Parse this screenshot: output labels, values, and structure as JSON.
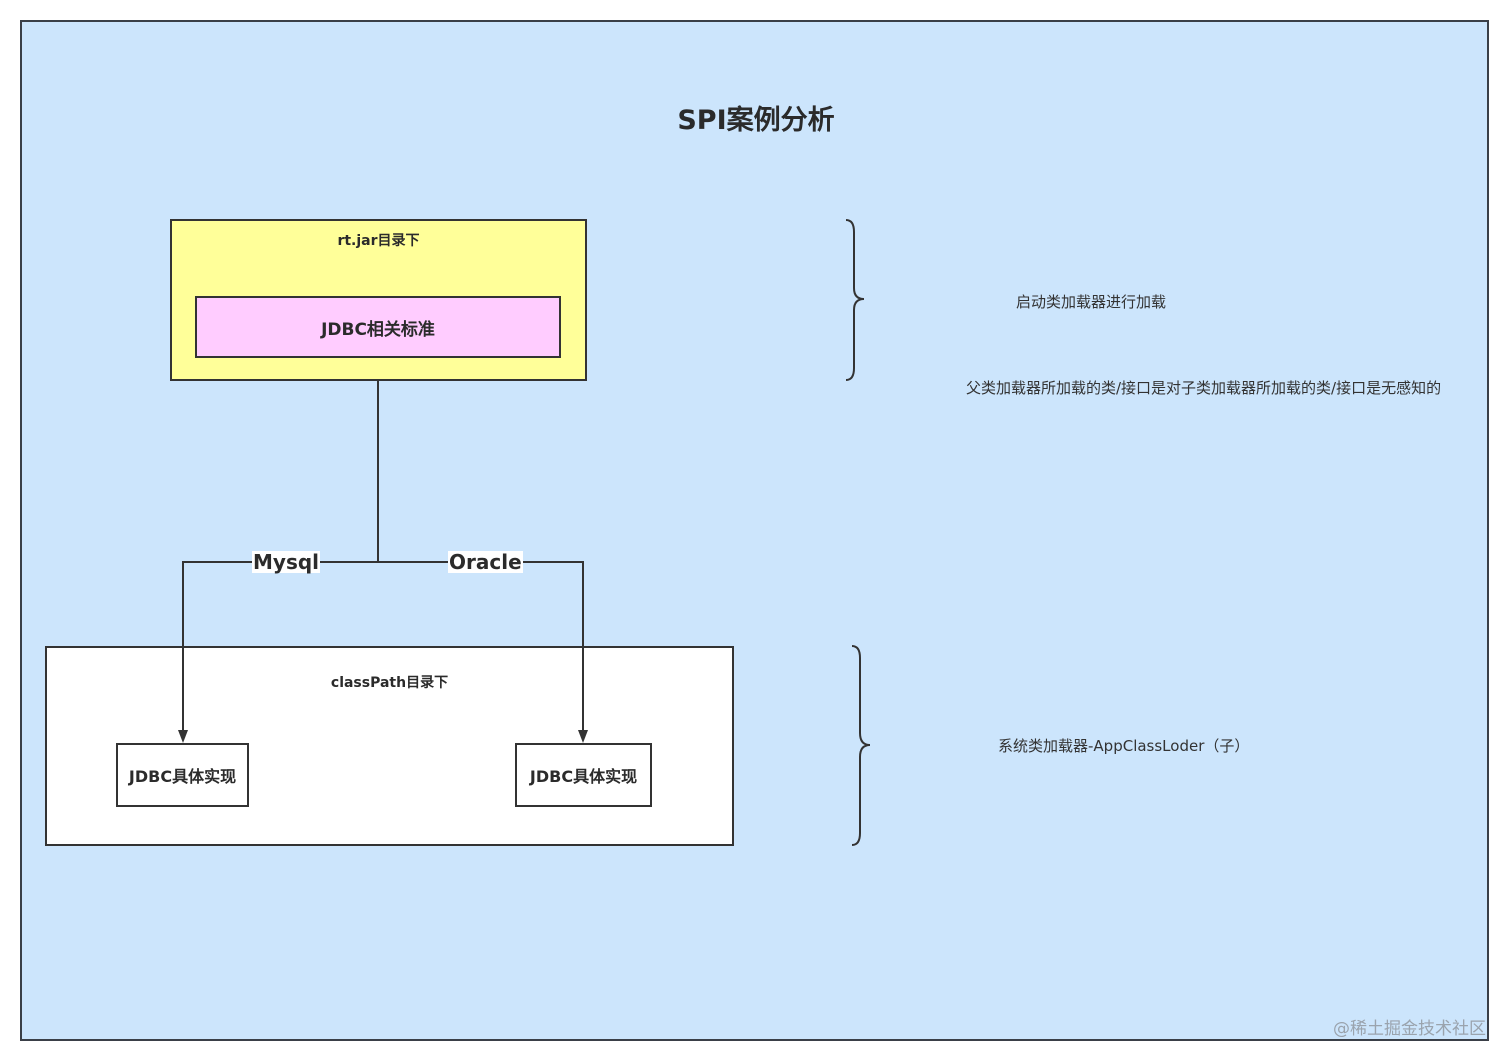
{
  "diagram": {
    "title": "SPI案例分析",
    "rt_box": {
      "title": "rt.jar目录下",
      "inner_label": "JDBC相关标准",
      "fill": "#ffff99",
      "inner_fill": "#ffccff"
    },
    "classpath_box": {
      "title": "classPath目录下",
      "implementations": [
        {
          "label": "JDBC具体实现"
        },
        {
          "label": "JDBC具体实现"
        }
      ]
    },
    "edges": [
      {
        "label": "Mysql",
        "from": "JDBC相关标准",
        "to": "JDBC具体实现 (left)"
      },
      {
        "label": "Oracle",
        "from": "JDBC相关标准",
        "to": "JDBC具体实现 (right)"
      }
    ],
    "annotations": {
      "top_brace_label": "启动类加载器进行加载",
      "top_note": "父类加载器所加载的类/接口是对子类加载器所加载的类/接口是无感知的",
      "bottom_brace_label": "系统类加载器-AppClassLoder（子）"
    },
    "background": "#cce5fc"
  },
  "watermark": "@稀土掘金技术社区"
}
